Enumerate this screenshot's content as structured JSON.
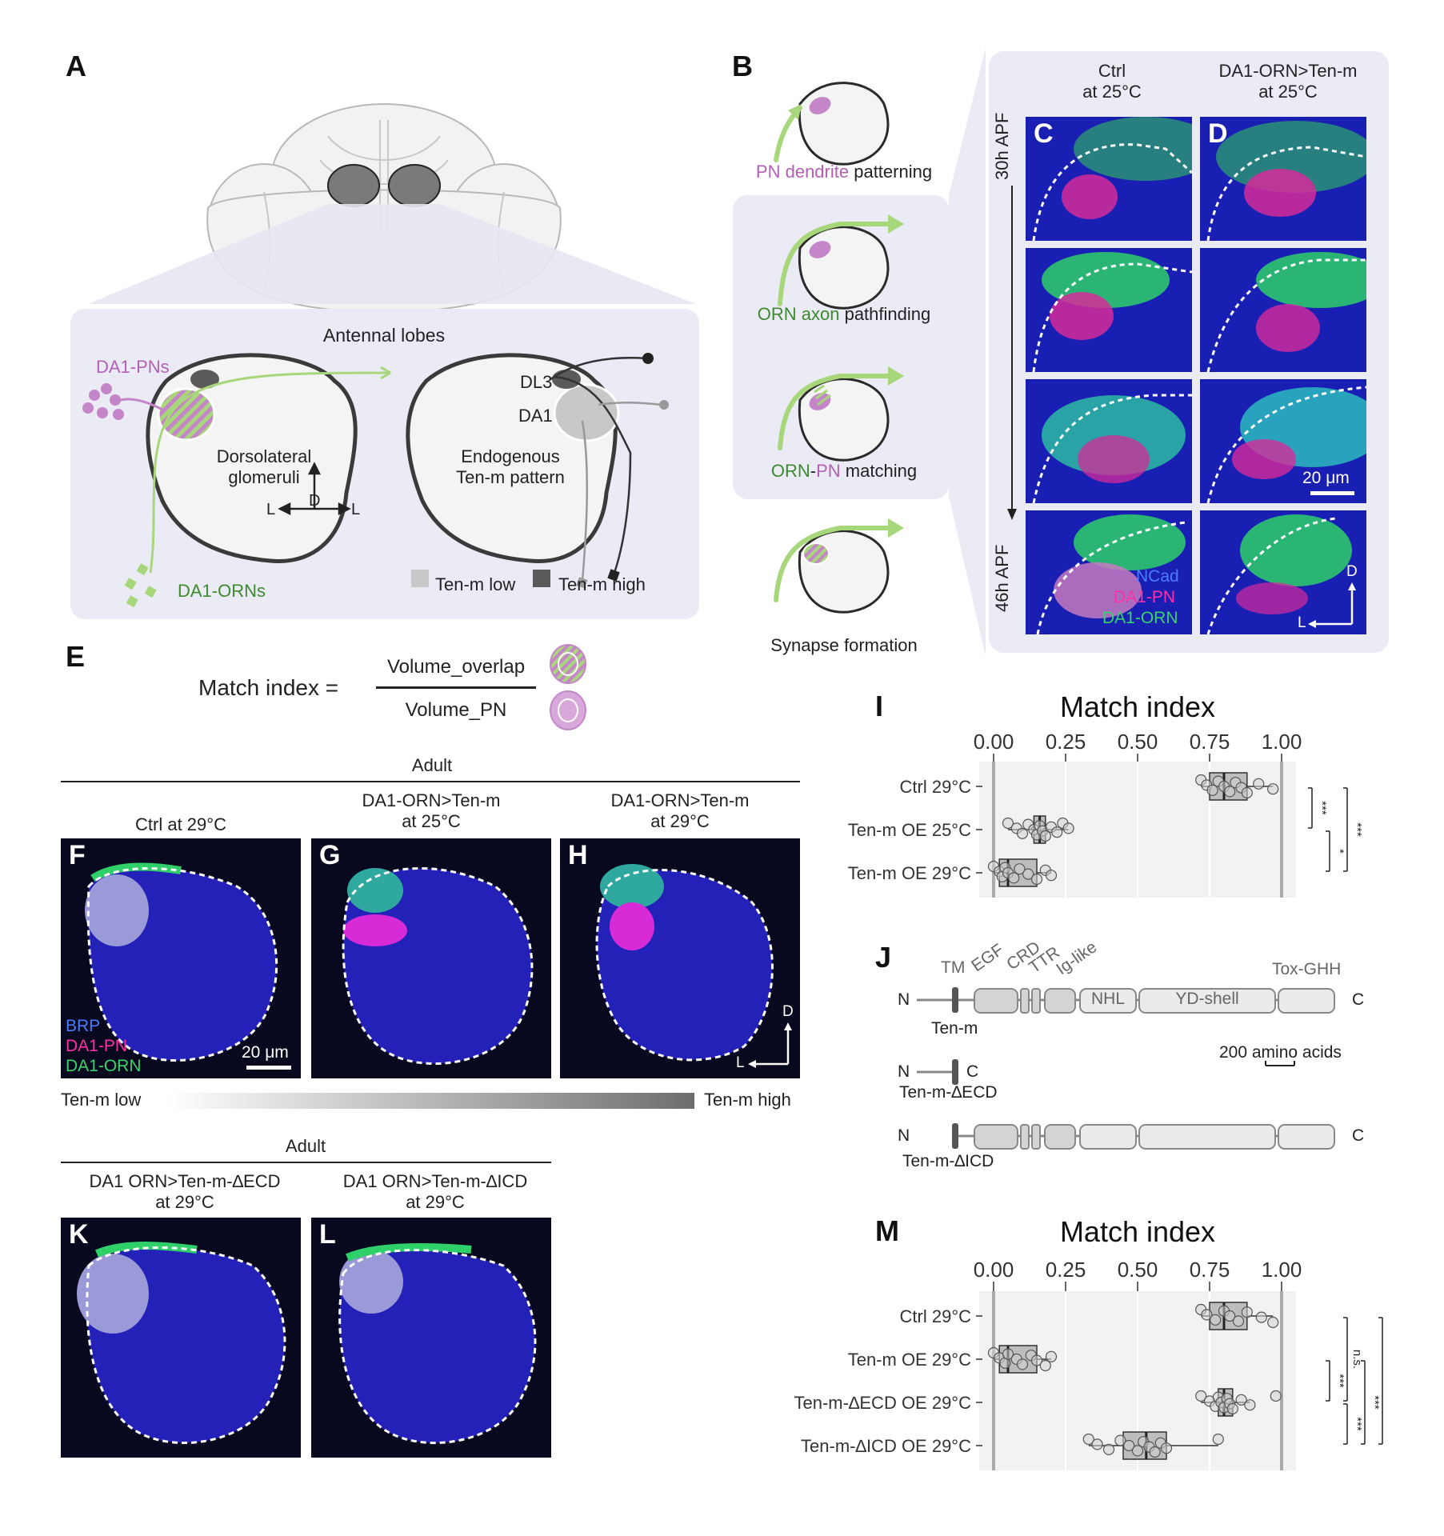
{
  "panel_labels": {
    "A": "A",
    "B": "B",
    "C": "C",
    "D": "D",
    "E": "E",
    "F": "F",
    "G": "G",
    "H": "H",
    "I": "I",
    "J": "J",
    "K": "K",
    "L": "L",
    "M": "M"
  },
  "panelA": {
    "title": "Antennal lobes",
    "pns": "DA1-PNs",
    "orns": "DA1-ORNs",
    "left_lobe": "Dorsolateral\nglomeruli",
    "right_lobe": "Endogenous\nTen-m pattern",
    "dl3": "DL3",
    "da1": "DA1",
    "axis_d": "D",
    "axis_l_left": "L",
    "axis_l_right": "L",
    "legend_low": "Ten-m low",
    "legend_high": "Ten-m high",
    "colors": {
      "pn": "#c586c9",
      "orn": "#a8d67a",
      "low": "#c8c8c8",
      "high": "#5a5a5a"
    }
  },
  "panelB": {
    "steps": [
      {
        "pre": "PN dendrite",
        "post": " patterning",
        "pre_color": "#b35fb6"
      },
      {
        "pre": "ORN axon",
        "post": " pathfinding",
        "pre_color": "#3e8a2e"
      },
      {
        "pre": "ORN",
        "mid": "-",
        "mid2": "PN",
        "post": " matching",
        "pre_color": "#3e8a2e",
        "mid2_color": "#b35fb6"
      },
      {
        "pre": "",
        "post": "Synapse formation",
        "pre_color": "#222"
      }
    ]
  },
  "panelCD": {
    "col1": "Ctrl\nat 25°C",
    "col2": "DA1-ORN>Ten-m\nat 25°C",
    "time_top": "30h APF",
    "time_bottom": "46h APF",
    "scale": "20 μm",
    "legend": [
      "NCad",
      "DA1-PN",
      "DA1-ORN"
    ],
    "legend_colors": [
      "#4a7cff",
      "#ff2fa5",
      "#37d46b"
    ],
    "axis_d": "D",
    "axis_l": "L"
  },
  "panelE": {
    "lhs": "Match index =",
    "numerator": "Volume_overlap",
    "denominator": "Volume_PN"
  },
  "panelFGH": {
    "header": "Adult",
    "titles": [
      "Ctrl at 29°C",
      "DA1-ORN>Ten-m\nat 25°C",
      "DA1-ORN>Ten-m\nat 29°C"
    ],
    "legend": [
      "BRP",
      "DA1-PN",
      "DA1-ORN"
    ],
    "legend_colors": [
      "#4a7cff",
      "#ff2fa5",
      "#37d46b"
    ],
    "scale": "20 μm",
    "axis_d": "D",
    "axis_l": "L",
    "grad_low": "Ten-m low",
    "grad_high": "Ten-m high"
  },
  "panelKL": {
    "header": "Adult",
    "titles": [
      "DA1 ORN>Ten-m-∆ECD\nat 29°C",
      "DA1 ORN>Ten-m-∆ICD\nat 29°C"
    ]
  },
  "panelJ": {
    "top_labels": [
      "TM",
      "EGF",
      "CRD",
      "TTR",
      "Ig-like",
      "Tox-GHH"
    ],
    "domains": [
      "NHL",
      "YD-shell"
    ],
    "n": "N",
    "c": "C",
    "names": [
      "Ten-m",
      "Ten-m-∆ECD",
      "Ten-m-∆ICD"
    ],
    "scale": "200 amino acids"
  },
  "chart_data": [
    {
      "type": "box",
      "panel": "I",
      "title": "Match index",
      "xlim": [
        0,
        1
      ],
      "xticks": [
        "0.00",
        "0.25",
        "0.50",
        "0.75",
        "1.00"
      ],
      "categories": [
        "Ctrl 29°C",
        "Ten-m OE 25°C",
        "Ten-m OE 29°C"
      ],
      "series": [
        {
          "category": "Ctrl 29°C",
          "q1": 0.75,
          "median": 0.8,
          "q3": 0.88,
          "min": 0.72,
          "max": 0.97,
          "points": [
            0.72,
            0.74,
            0.76,
            0.78,
            0.8,
            0.82,
            0.84,
            0.86,
            0.88,
            0.92,
            0.97
          ]
        },
        {
          "category": "Ten-m OE 25°C",
          "q1": 0.14,
          "median": 0.16,
          "q3": 0.18,
          "min": 0.05,
          "max": 0.26,
          "points": [
            0.05,
            0.08,
            0.1,
            0.12,
            0.14,
            0.15,
            0.16,
            0.17,
            0.18,
            0.2,
            0.22,
            0.24,
            0.26
          ]
        },
        {
          "category": "Ten-m OE 29°C",
          "q1": 0.02,
          "median": 0.05,
          "q3": 0.15,
          "min": 0.0,
          "max": 0.2,
          "points": [
            0.0,
            0.02,
            0.03,
            0.04,
            0.05,
            0.07,
            0.09,
            0.12,
            0.15,
            0.18,
            0.2
          ]
        }
      ],
      "significance": [
        {
          "pair": [
            "Ctrl 29°C",
            "Ten-m OE 25°C"
          ],
          "label": "***"
        },
        {
          "pair": [
            "Ten-m OE 25°C",
            "Ten-m OE 29°C"
          ],
          "label": "*"
        },
        {
          "pair": [
            "Ctrl 29°C",
            "Ten-m OE 29°C"
          ],
          "label": "***"
        }
      ]
    },
    {
      "type": "box",
      "panel": "M",
      "title": "Match index",
      "xlim": [
        0,
        1
      ],
      "xticks": [
        "0.00",
        "0.25",
        "0.50",
        "0.75",
        "1.00"
      ],
      "categories": [
        "Ctrl 29°C",
        "Ten-m OE 29°C",
        "Ten-m-∆ECD OE 29°C",
        "Ten-m-∆ICD OE 29°C"
      ],
      "series": [
        {
          "category": "Ctrl 29°C",
          "q1": 0.75,
          "median": 0.8,
          "q3": 0.88,
          "min": 0.72,
          "max": 0.97,
          "points": [
            0.72,
            0.74,
            0.77,
            0.8,
            0.82,
            0.85,
            0.88,
            0.93,
            0.97
          ]
        },
        {
          "category": "Ten-m OE 29°C",
          "q1": 0.02,
          "median": 0.05,
          "q3": 0.15,
          "min": 0.0,
          "max": 0.2,
          "points": [
            0.0,
            0.02,
            0.04,
            0.05,
            0.08,
            0.1,
            0.13,
            0.15,
            0.18,
            0.2
          ]
        },
        {
          "category": "Ten-m-∆ECD OE 29°C",
          "q1": 0.78,
          "median": 0.8,
          "q3": 0.83,
          "min": 0.72,
          "max": 0.89,
          "points": [
            0.72,
            0.75,
            0.77,
            0.78,
            0.79,
            0.8,
            0.81,
            0.82,
            0.83,
            0.86,
            0.89,
            0.98
          ]
        },
        {
          "category": "Ten-m-∆ICD OE 29°C",
          "q1": 0.45,
          "median": 0.53,
          "q3": 0.6,
          "min": 0.33,
          "max": 0.78,
          "points": [
            0.33,
            0.36,
            0.4,
            0.44,
            0.47,
            0.5,
            0.52,
            0.54,
            0.56,
            0.58,
            0.6,
            0.78
          ]
        }
      ],
      "significance": [
        {
          "pair": [
            "Ctrl 29°C",
            "Ten-m-∆ECD OE 29°C"
          ],
          "label": "n.s."
        },
        {
          "pair": [
            "Ten-m OE 29°C",
            "Ten-m-∆ECD OE 29°C"
          ],
          "label": "***"
        },
        {
          "pair": [
            "Ten-m-∆ECD OE 29°C",
            "Ten-m-∆ICD OE 29°C"
          ],
          "label": "***"
        },
        {
          "pair": [
            "Ten-m OE 29°C",
            "Ten-m-∆ICD OE 29°C"
          ],
          "label": "***"
        },
        {
          "pair": [
            "Ctrl 29°C",
            "Ten-m-∆ICD OE 29°C"
          ],
          "label": "***"
        }
      ]
    }
  ]
}
